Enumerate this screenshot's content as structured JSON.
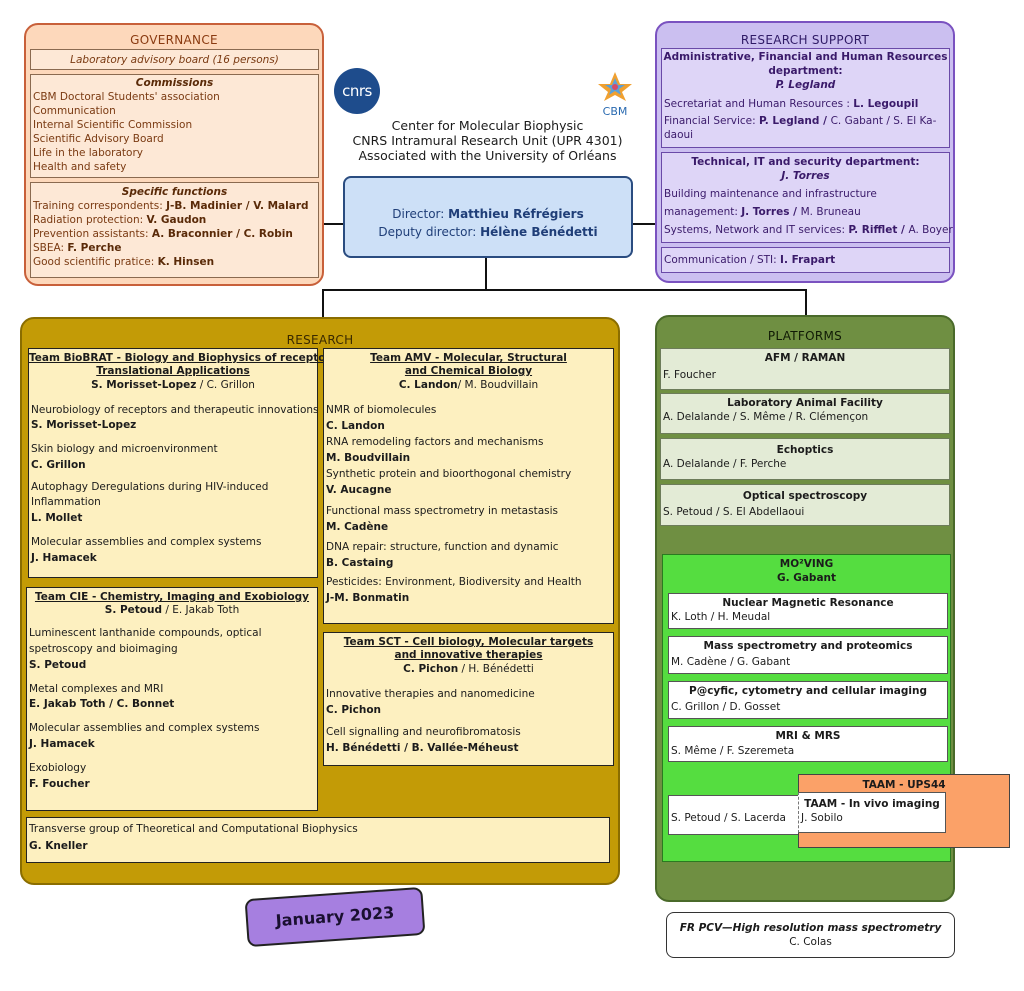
{
  "governance": {
    "title": "GOVERNANCE",
    "advisory_board": "Laboratory advisory board  (16 persons)",
    "commissions_title": "Commissions",
    "commissions": [
      "CBM Doctoral Students' association",
      "Communication",
      "Internal Scientific Commission",
      "Scientific Advisory Board",
      "Life in the laboratory",
      "Health and safety"
    ],
    "functions_title": "Specific functions",
    "functions": [
      {
        "label": "Training correspondents: ",
        "names": "J-B. Madinier / V. Malard"
      },
      {
        "label": "Radiation protection: ",
        "names": "V. Gaudon"
      },
      {
        "label": "Prevention assistants: ",
        "names": "A. Braconnier / C. Robin"
      },
      {
        "label": "SBEA: ",
        "names": "F. Perche"
      },
      {
        "label": "Good scientific pratice: ",
        "names": "K. Hinsen"
      }
    ]
  },
  "center": {
    "logo_cnrs": "cnrs",
    "logo_cbm": "CBM",
    "line1": "Center for  Molecular Biophysic",
    "line2": "CNRS Intramural Research Unit (UPR 4301)",
    "line3": "Associated with the University of Orléans",
    "director_label": "Director: ",
    "director_name": "Matthieu Réfrégiers",
    "deputy_label": "Deputy director: ",
    "deputy_name": "Hélène Bénédetti"
  },
  "support": {
    "title": "RESEARCH SUPPORT",
    "admin_title1": "Administrative, Financial and Human Resources",
    "admin_title2": "department:",
    "admin_head": "P. Legland",
    "sec_label": "Secretariat and Human Resources : ",
    "sec_name": "L. Legoupil",
    "fin_label": "Financial Service: ",
    "fin_name": "P. Legland / ",
    "fin_rest1": "C. Gabant / S. El Ka-",
    "fin_rest2": "daoui",
    "tech_title": "Technical, IT and security department:",
    "tech_head": "J. Torres",
    "bm_line1": "Building maintenance and infrastructure",
    "bm_label": "management: ",
    "bm_name": "J. Torres / ",
    "bm_rest": "M. Bruneau",
    "sys_label": "Systems, Network and IT services: ",
    "sys_name": "P. Rifflet / ",
    "sys_rest": "A. Boyer",
    "comm_label": "Communication / STI: ",
    "comm_name": "I. Frapart"
  },
  "research": {
    "title": "RESEARCH",
    "biobrat": {
      "title1": "Team BioBRAT - Biology and Biophysics of receptors,",
      "title2": "Translational Applications",
      "lead_b": "S. Morisset-Lopez",
      "lead_r": " / C. Grillon",
      "items": [
        {
          "topic": "Neurobiology of receptors and therapeutic innovations",
          "name": "S. Morisset-Lopez"
        },
        {
          "topic": "Skin biology and microenvironment",
          "name": "C. Grillon"
        },
        {
          "topic": "Autophagy Deregulations during HIV-induced",
          "topic2": "Inflammation",
          "name": "L. Mollet"
        },
        {
          "topic": "Molecular assemblies and complex systems",
          "name": "J. Hamacek"
        }
      ]
    },
    "cie": {
      "title": "Team CIE - Chemistry, Imaging and Exobiology",
      "lead_b": "S. Petoud",
      "lead_r": " / E. Jakab Toth",
      "items": [
        {
          "topic": "Luminescent lanthanide compounds, optical",
          "topic2": "spetroscopy and bioimaging",
          "name": "S. Petoud"
        },
        {
          "topic": "Metal complexes and MRI",
          "name": "E. Jakab Toth / C. Bonnet"
        },
        {
          "topic": "Molecular assemblies and complex systems",
          "name": "J. Hamacek"
        },
        {
          "topic": "Exobiology",
          "name": "F. Foucher"
        }
      ]
    },
    "amv": {
      "title1": "Team AMV - Molecular, Structural",
      "title2": "and Chemical Biology",
      "lead_b": "C. Landon",
      "lead_r": "/ M. Boudvillain",
      "items": [
        {
          "topic": "NMR of biomolecules",
          "name": "C. Landon"
        },
        {
          "topic": "RNA remodeling factors and mechanisms",
          "name": "M. Boudvillain"
        },
        {
          "topic": "Synthetic protein and bioorthogonal chemistry",
          "name": "V. Aucagne"
        },
        {
          "topic": "Functional mass spectrometry in metastasis",
          "name": "M. Cadène"
        },
        {
          "topic": "DNA repair: structure, function and dynamic",
          "name": "B. Castaing"
        },
        {
          "topic": "Pesticides: Environment, Biodiversity and Health",
          "name": "J-M. Bonmatin"
        }
      ]
    },
    "sct": {
      "title1": "Team SCT - Cell biology, Molecular targets",
      "title2": "and innovative therapies",
      "lead_b": "C. Pichon",
      "lead_r": "  / H. Bénédetti",
      "items": [
        {
          "topic": "Innovative therapies and nanomedicine",
          "name": "C. Pichon"
        },
        {
          "topic": "Cell signalling and neurofibromatosis",
          "name": "H. Bénédetti / B. Vallée-Méheust"
        }
      ]
    },
    "transverse": {
      "topic": "Transverse group of Theoretical and Computational Biophysics",
      "name": "G. Kneller"
    }
  },
  "date_badge": "January 2023",
  "platforms": {
    "title": "PLATFORMS",
    "items": [
      {
        "title": "AFM / RAMAN",
        "people": "F. Foucher"
      },
      {
        "title": "Laboratory Animal Facility",
        "people": "A. Delalande / S. Même / R. Clémençon"
      },
      {
        "title": "Echoptics",
        "people": "A. Delalande /  F. Perche"
      },
      {
        "title": "Optical spectroscopy",
        "people": "S. Petoud / S. El Abdellaoui"
      }
    ],
    "moving_title": "MO²VING",
    "moving_head": "G. Gabant",
    "moving": [
      {
        "title": "Nuclear Magnetic Resonance",
        "people": "K. Loth / H. Meudal"
      },
      {
        "title": "Mass spectrometry and proteomics",
        "people": "M. Cadène /  G. Gabant"
      },
      {
        "title": "P@cyfic, cytometry and cellular imaging",
        "people": "C. Grillon / D. Gosset"
      },
      {
        "title": "MRI & MRS",
        "people": "S. Même / F. Szeremeta"
      }
    ],
    "taam_outer": "TAAM -  UPS44",
    "taam_title": "TAAM - In vivo imaging",
    "taam_left": "S. Petoud / S. Lacerda",
    "taam_right": "J. Sobilo"
  },
  "frpcv": {
    "title": "FR PCV—High resolution mass spectrometry",
    "people": "C. Colas"
  }
}
